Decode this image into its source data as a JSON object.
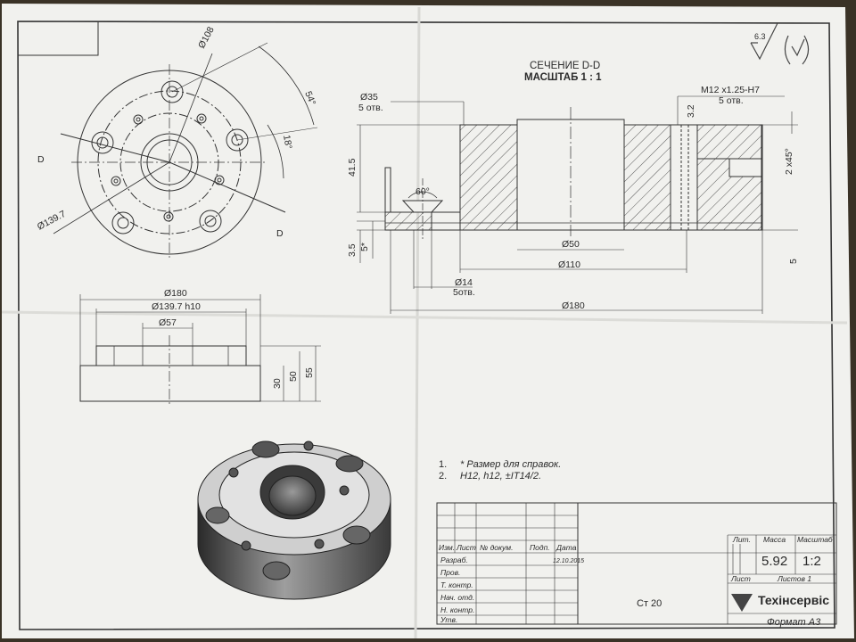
{
  "section": {
    "title": "СЕЧЕНИЕ D-D",
    "scale": "МАСШТАБ 1 : 1"
  },
  "top_view": {
    "cut_label": "D",
    "d108": "Ø108",
    "d139": "Ø139.7",
    "angle54": "54°",
    "angle18": "18°"
  },
  "section_dims": {
    "d35": "Ø35",
    "holes5_a": "5 отв.",
    "thread": "M12 x1.25-H7",
    "holes5_b": "5 отв.",
    "h41": "41.5",
    "v32": "3.2",
    "chamfer": "2 x45°",
    "angle60": "60°",
    "h35": "3.5",
    "h5a": "5*",
    "h5b": "5",
    "d50": "Ø50",
    "d110": "Ø110",
    "d14": "Ø14",
    "holes5_c": "5отв.",
    "d180": "Ø180"
  },
  "front_dims": {
    "d180": "Ø180",
    "d139": "Ø139.7 h10",
    "d57": "Ø57",
    "h30": "30",
    "h50": "50",
    "h55": "55"
  },
  "roughness": "6.3",
  "notes": [
    {
      "num": "1.",
      "text": "* Размер для справок."
    },
    {
      "num": "2.",
      "text": "H12, h12, ±IT14/2."
    }
  ],
  "title_block": {
    "izm": "Изм.",
    "list": "Лист",
    "doc": "№ докум.",
    "podp": "Подп.",
    "data": "Дата",
    "razrab": "Разраб.",
    "date": "12.10.2015",
    "prov": "Пров.",
    "tkontr": "Т. контр.",
    "nach": "Нач. отд.",
    "nkontr": "Н. контр.",
    "utv": "Утв.",
    "material": "Ст 20",
    "lit": "Лит.",
    "massa": "Масса",
    "masshtab": "Масштаб",
    "mass_val": "5.92",
    "scale_val": "1:2",
    "sheet": "Лист",
    "sheets": "Листов 1",
    "company": "Техінсервіс",
    "format": "Формат А3"
  }
}
